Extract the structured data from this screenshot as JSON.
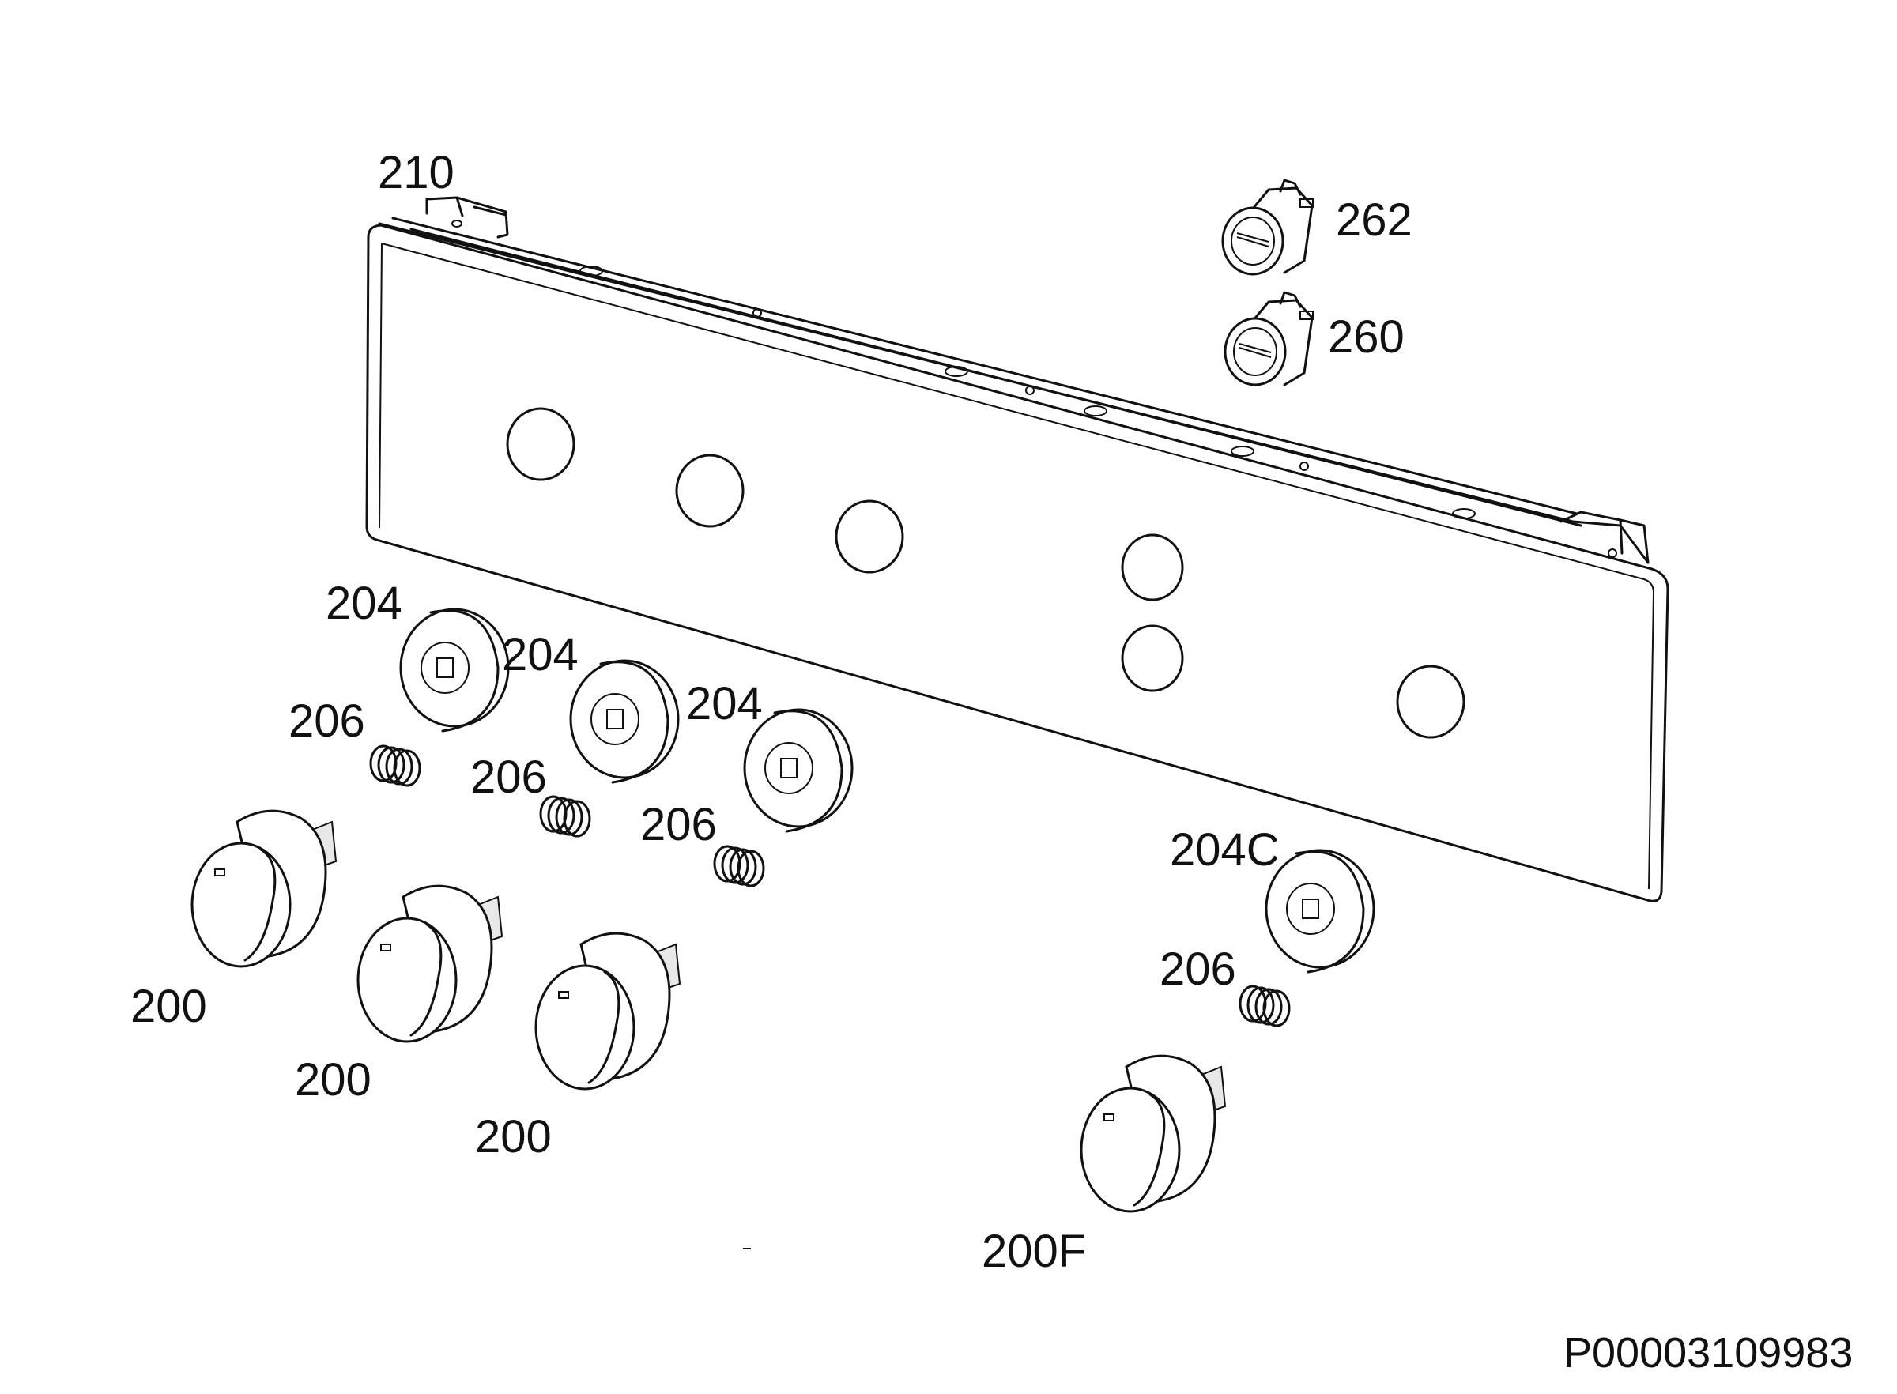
{
  "diagram": {
    "labels": {
      "panel": "210",
      "lamp_upper": "262",
      "lamp_lower": "260",
      "bezel_1": "204",
      "bezel_2": "204",
      "bezel_3": "204",
      "bezel_c": "204C",
      "spring_1": "206",
      "spring_2": "206",
      "spring_3": "206",
      "spring_4": "206",
      "knob_1": "200",
      "knob_2": "200",
      "knob_3": "200",
      "knob_f": "200F"
    },
    "reference_code": "P00003109983"
  }
}
